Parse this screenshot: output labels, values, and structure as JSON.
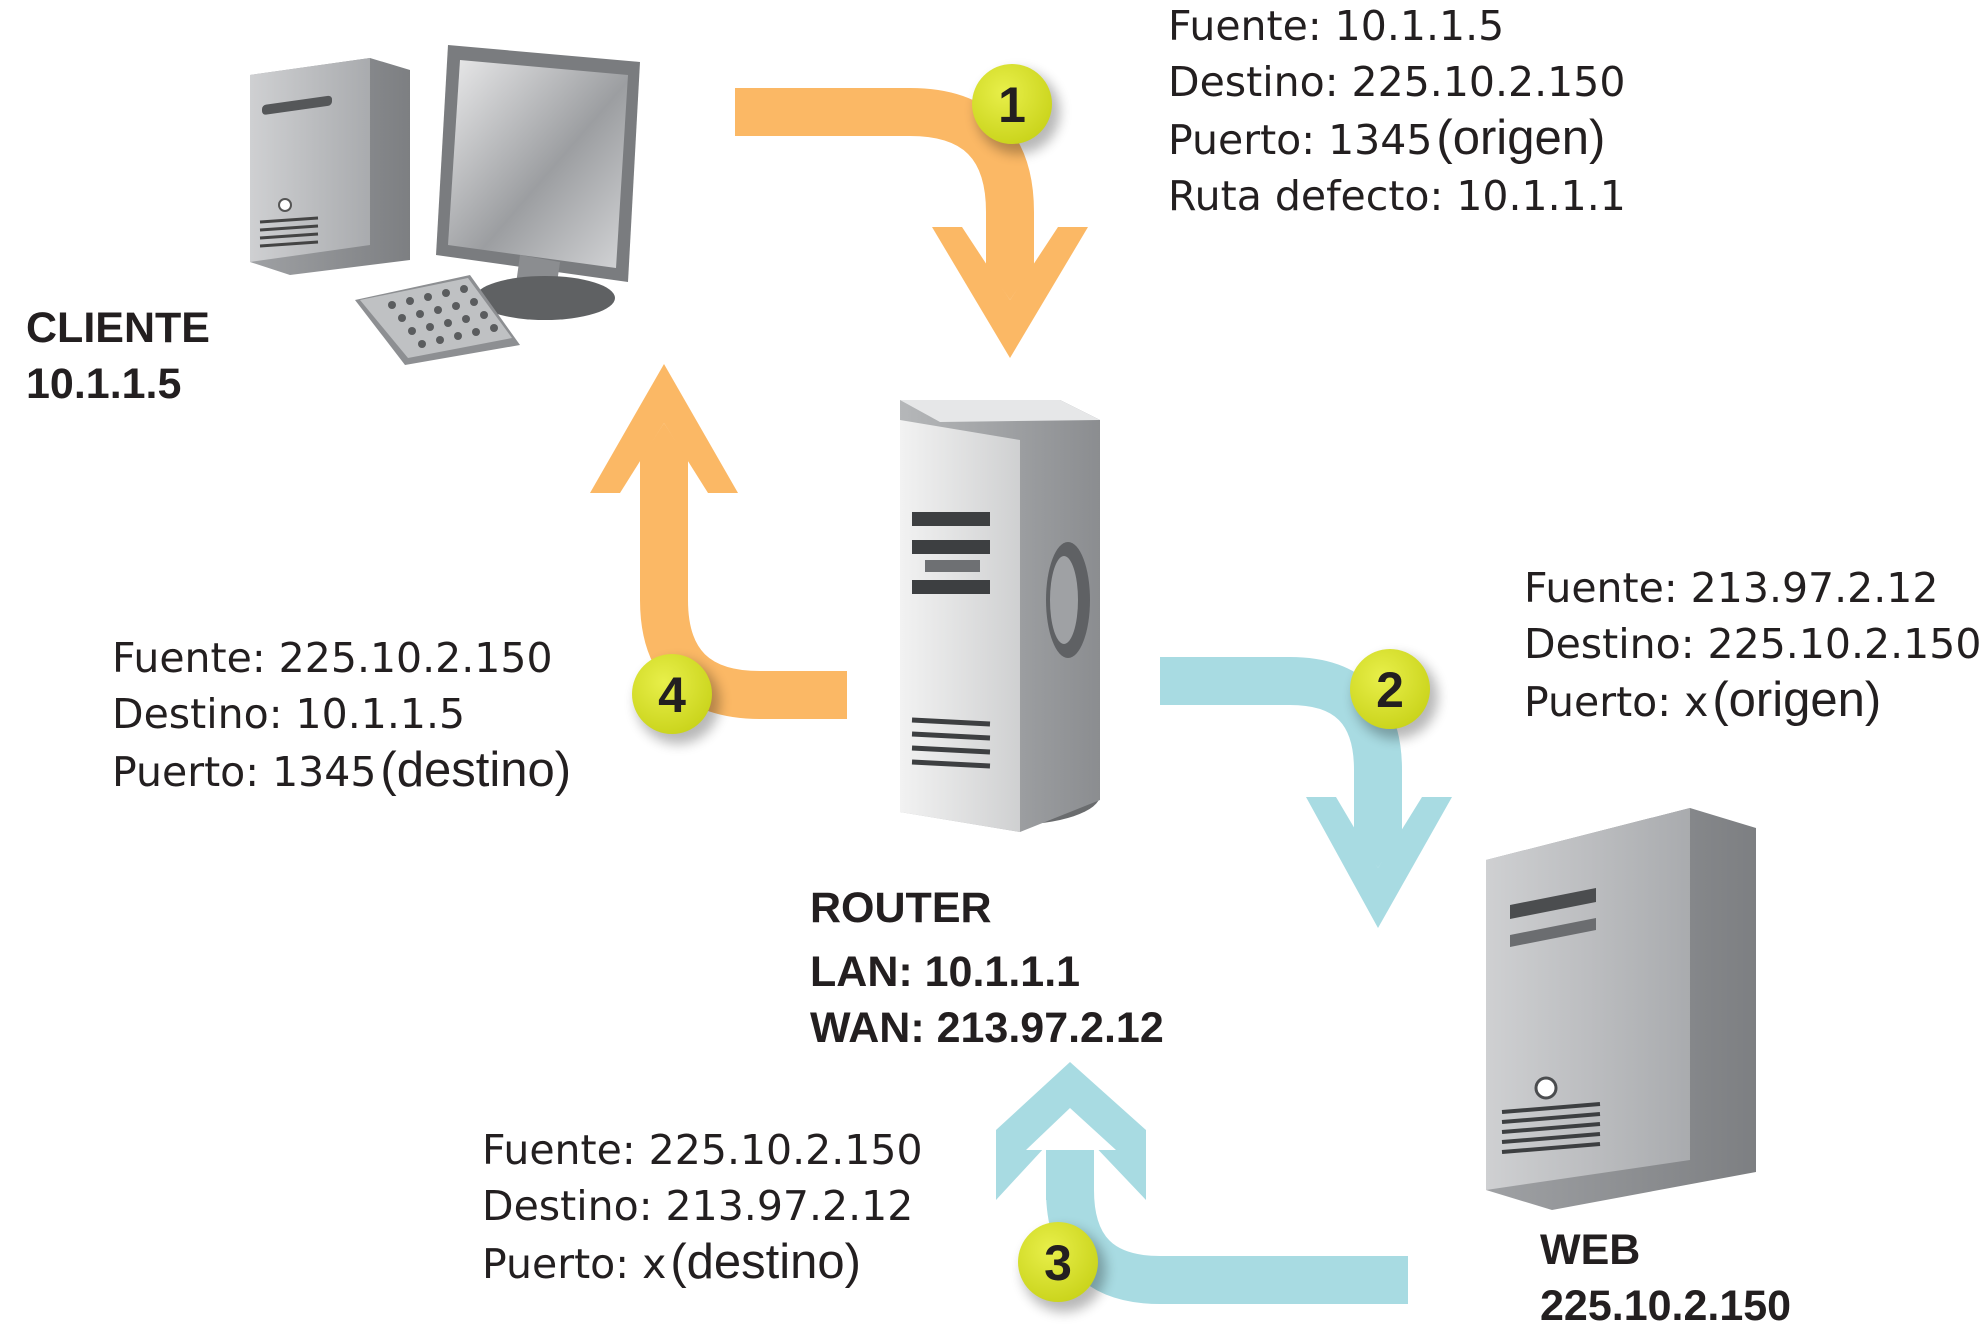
{
  "nodes": {
    "client": {
      "name": "CLIENTE",
      "ip": "10.1.1.5"
    },
    "router": {
      "name": "ROUTER",
      "lan": "LAN: 10.1.1.1",
      "wan": "WAN: 213.97.2.12"
    },
    "web": {
      "name": "WEB",
      "ip": "225.10.2.150"
    }
  },
  "steps": [
    {
      "number": "1",
      "color": "#fbb865",
      "lines": [
        "Fuente: 10.1.1.5",
        "Destino: 225.10.2.150",
        "Puerto: 1345",
        "Ruta defecto: 10.1.1.1"
      ],
      "note": "(origen)"
    },
    {
      "number": "2",
      "color": "#a8dbe2",
      "lines": [
        "Fuente: 213.97.2.12",
        "Destino: 225.10.2.150",
        "Puerto: x"
      ],
      "note": "(origen)"
    },
    {
      "number": "3",
      "color": "#a8dbe2",
      "lines": [
        "Fuente: 225.10.2.150",
        "Destino: 213.97.2.12",
        "Puerto: x"
      ],
      "note": "(destino)"
    },
    {
      "number": "4",
      "color": "#fbb865",
      "lines": [
        "Fuente: 225.10.2.150",
        "Destino: 10.1.1.5",
        "Puerto: 1345"
      ],
      "note": "(destino)"
    }
  ],
  "colors": {
    "lan_arrow": "#fbb865",
    "wan_arrow": "#a8dbe2",
    "badge": "#d7e021",
    "text": "#231f20"
  }
}
